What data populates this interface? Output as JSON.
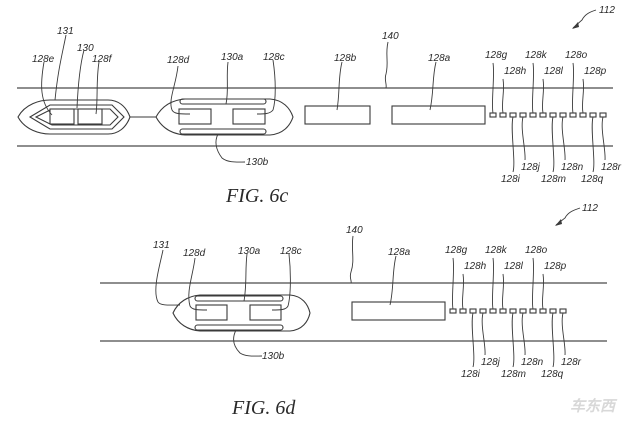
{
  "figures": [
    {
      "id": "fig-6c",
      "caption": "FIG. 6c",
      "system_ref": "112",
      "lane_ref": "140",
      "pods": [
        {
          "kind": "hex",
          "outer_ref": "131",
          "inner_ref": "130",
          "left_ref": "128e",
          "right_ref": "128f"
        },
        {
          "kind": "capsule",
          "top_ref": "130a",
          "bottom_ref": "130b",
          "left_ref": "128d",
          "right_ref": "128c"
        }
      ],
      "blocks": [
        "128b",
        "128a"
      ],
      "sensors": [
        "128g",
        "128h",
        "128i",
        "128j",
        "128k",
        "128l",
        "128m",
        "128n",
        "128o",
        "128p",
        "128q",
        "128r"
      ]
    },
    {
      "id": "fig-6d",
      "caption": "FIG. 6d",
      "system_ref": "112",
      "lane_ref": "140",
      "pods": [
        {
          "kind": "capsule",
          "outer_ref": "131",
          "top_ref": "130a",
          "bottom_ref": "130b",
          "left_ref": "128d",
          "right_ref": "128c"
        }
      ],
      "blocks": [
        "128a"
      ],
      "sensors": [
        "128g",
        "128h",
        "128i",
        "128j",
        "128k",
        "128l",
        "128m",
        "128n",
        "128o",
        "128p",
        "128q",
        "128r"
      ]
    }
  ],
  "watermark": "车东西"
}
